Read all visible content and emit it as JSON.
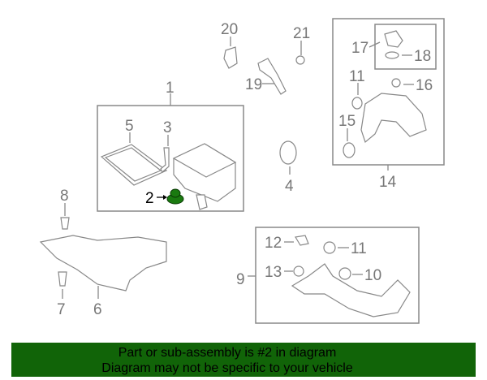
{
  "diagram": {
    "callouts": [
      "20",
      "21",
      "1",
      "5",
      "3",
      "2",
      "4",
      "8",
      "7",
      "6",
      "9",
      "12",
      "11",
      "13",
      "10",
      "17",
      "18",
      "11",
      "16",
      "15",
      "14",
      "19"
    ],
    "highlight_color": "#1a7a10",
    "highlighted_part": "2"
  },
  "banner": {
    "line1": "Part or sub-assembly is #2 in diagram",
    "line2": "Diagram may not be specific to your vehicle",
    "color": "#116408"
  }
}
